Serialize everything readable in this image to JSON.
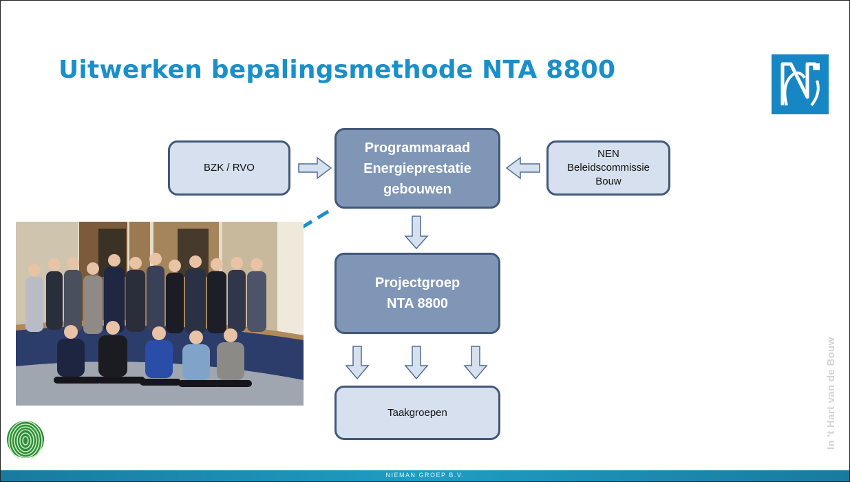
{
  "slide": {
    "title": "Uitwerken bepalingsmethode NTA 8800",
    "side_text": "In 't Hart van de Bouw",
    "footer_text": "NIEMAN GROEP B.V."
  },
  "diagram": {
    "bzk_box": "BZK / RVO",
    "programmaraad_box": "Programmaraad\nEnergieprestatie\ngebouwen",
    "nen_box": "NEN\nBeleidscommissie\nBouw",
    "projectgroep_box": "Projectgroep\nNTA 8800",
    "taakgroepen_box": "Taakgroepen"
  },
  "colors": {
    "title": "#1a8fc9",
    "box_light_fill": "#d6e0ee",
    "box_dark_fill": "#8096b7",
    "box_border": "#41587a",
    "arrow_fill": "#d6e0ee",
    "arrow_stroke": "#4f6d94",
    "pointer_arrow": "#1a8fc9",
    "footer": "#1f9dc3"
  },
  "icons": {
    "logo": "nieman-logo-icon",
    "fingerprint": "fingerprint-icon"
  }
}
